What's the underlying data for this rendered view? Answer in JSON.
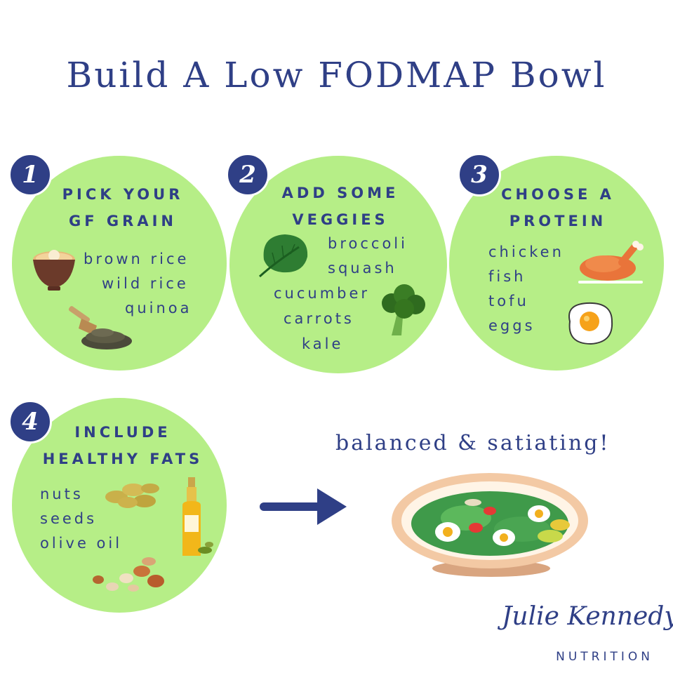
{
  "title": "Build A Low FODMAP Bowl",
  "steps": [
    {
      "number": "1",
      "heading_line1": "PICK YOUR",
      "heading_line2": "GF GRAIN",
      "items": [
        "brown rice",
        "wild rice",
        "quinoa"
      ]
    },
    {
      "number": "2",
      "heading_line1": "ADD SOME",
      "heading_line2": "VEGGIES",
      "items": [
        "broccoli",
        "squash",
        "cucumber",
        "carrots",
        "kale"
      ]
    },
    {
      "number": "3",
      "heading_line1": "CHOOSE A",
      "heading_line2": "PROTEIN",
      "items": [
        "chicken",
        "fish",
        "tofu",
        "eggs"
      ]
    },
    {
      "number": "4",
      "heading_line1": "INCLUDE",
      "heading_line2": "HEALTHY FATS",
      "items": [
        "nuts",
        "seeds",
        "olive oil"
      ]
    }
  ],
  "tagline": "balanced & satiating!",
  "logo": {
    "script": "Julie Kennedy",
    "sub": "NUTRITION"
  },
  "colors": {
    "navy": "#2f3f86",
    "circle_green": "#b6ee87",
    "background": "#ffffff"
  },
  "icons": [
    "rice-bowl-icon",
    "grain-scoop-icon",
    "spinach-leaf-icon",
    "broccoli-icon",
    "roast-chicken-icon",
    "fried-egg-icon",
    "pumpkin-seeds-icon",
    "olive-oil-bottle-icon",
    "mixed-nuts-icon",
    "arrow-right-icon",
    "salad-bowl-icon"
  ]
}
